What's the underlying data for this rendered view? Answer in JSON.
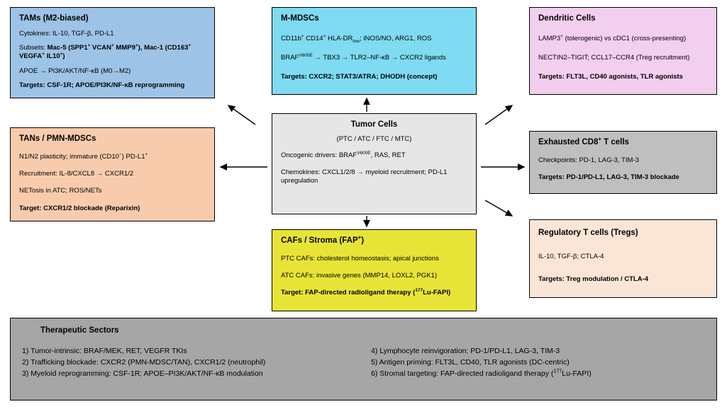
{
  "boxes": {
    "tams": {
      "title": "TAMs (M2-biased)",
      "color": "#9DC3E6",
      "lines": [
        "Cytokines: IL-10, TGF-β, PD-L1",
        "Subsets: **Mac-5 (SPP1^{+} VCAN^{+} MMP9^{+}), Mac-1 (CD163^{+} VEGFA^{+} IL10^{+})**",
        "APOE → PI3K/AKT/NF-κB (M0→M2)",
        "**Targets: CSF-1R; APOE/PI3K/NF-κB reprogramming**"
      ]
    },
    "mmdsc": {
      "title": "M-MDSCs",
      "color": "#7EDBF2",
      "lines": [
        "CD11b^{+} CD14^{+} HLA-DR_{low}; iNOS/NO, ARG1, ROS",
        "BRAF^{V600E} → TBX3 → TLR2–NF-κB → CXCR2 ligands",
        "**Targets: CXCR2; STAT3/ATRA; DHODH (concept)**"
      ]
    },
    "dc": {
      "title": "Dendritic Cells",
      "color": "#F2CEEF",
      "lines": [
        "LAMP3^{+} (tolerogenic) vs cDC1 (cross-presenting)",
        "NECTIN2–TIGIT; CCL17–CCR4 (Treg recruitment)",
        "**Targets: FLT3L, CD40 agonists, TLR agonists**"
      ]
    },
    "tans": {
      "title": "TANs / PMN-MDSCs",
      "color": "#F8CBAD",
      "lines": [
        "N1/N2 plasticity; immature (CD10^{−}) PD-L1^{+}",
        "Recruitment: IL-8/CXCL8 → CXCR1/2",
        "NETosis in ATC; ROS/NETs",
        "**Target: CXCR1/2 blockade (Reparixin)**"
      ]
    },
    "tumor": {
      "title": "Tumor Cells",
      "subtitle": "(PTC / ATC / FTC / MTC)",
      "color": "#E7E6E6",
      "lines": [
        "Oncogenic drivers: BRAF^{V600E}, RAS, RET",
        "Chemokines: CXCL1/2/8 → myeloid recruitment; PD-L1 upregulation"
      ]
    },
    "cd8": {
      "title": "Exhausted CD8^{+} T cells",
      "color": "#BFBFBF",
      "lines": [
        "Checkpoints: PD-1, LAG-3, TIM-3",
        "**Targets: PD-1/PD-L1, LAG-3, TIM-3 blockade**"
      ]
    },
    "cafs": {
      "title": "CAFs / Stroma (FAP^{+})",
      "color": "#E8E437",
      "lines": [
        "PTC CAFs: cholesterol homeostasis; apical junctions",
        "ATC CAFs: invasive genes (MMP14, LOXL2, PGK1)",
        "**Target: FAP-directed radioligand therapy (^{177}Lu-FAPI)**"
      ]
    },
    "tregs": {
      "title": "Regulatory T cells (Tregs)",
      "color": "#FBE5D6",
      "lines": [
        "IL-10, TGF-β; CTLA-4",
        "**Targets: Treg modulation / CTLA-4**"
      ]
    },
    "therapeutic": {
      "title": "Therapeutic Sectors",
      "color": "#A6A6A6",
      "col1": [
        "1) Tumor-intrinsic: BRAF/MEK, RET, VEGFR TKIs",
        "2) Trafficking blockade: CXCR2 (PMN-MDSC/TAN), CXCR1/2 (neutrophil)",
        "3) Myeloid reprogramming: CSF-1R; APOE–PI3K/AKT/NF-κB modulation"
      ],
      "col2": [
        "4) Lymphocyte reinvigoration: PD-1/PD-L1, LAG-3, TIM-3",
        "5) Antigen priming: FLT3L, CD40, TLR agonists (DC-centric)",
        "6) Stromal targeting: FAP-directed radioligand therapy (^{177}Lu-FAPI)"
      ]
    }
  }
}
